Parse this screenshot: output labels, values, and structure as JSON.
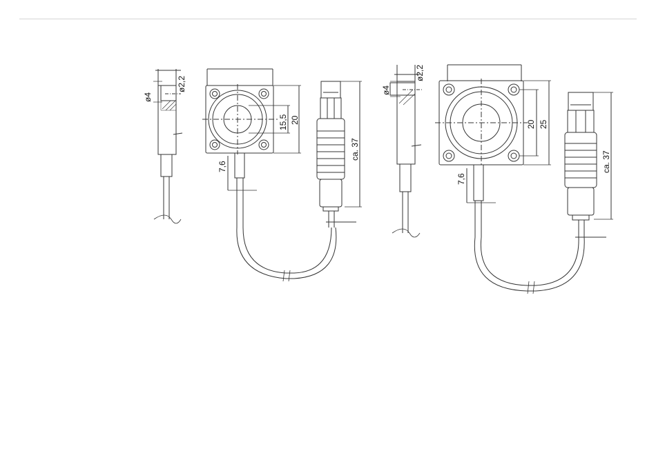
{
  "drawing": {
    "left_sensor": {
      "side_labels": {
        "pin_diameter": "ø4",
        "hole_diameter": "ø2,2"
      },
      "front_labels": {
        "inner_diameter": "15,5",
        "flange_height": "20",
        "cable_offset": "7,6"
      },
      "connector_label": "ca. 37"
    },
    "right_sensor": {
      "side_labels": {
        "pin_diameter": "ø4",
        "hole_diameter": "ø2,2"
      },
      "front_labels": {
        "inner_diameter": "20",
        "flange_height": "25",
        "cable_offset": "7,6"
      },
      "connector_label": "ca. 37"
    }
  }
}
